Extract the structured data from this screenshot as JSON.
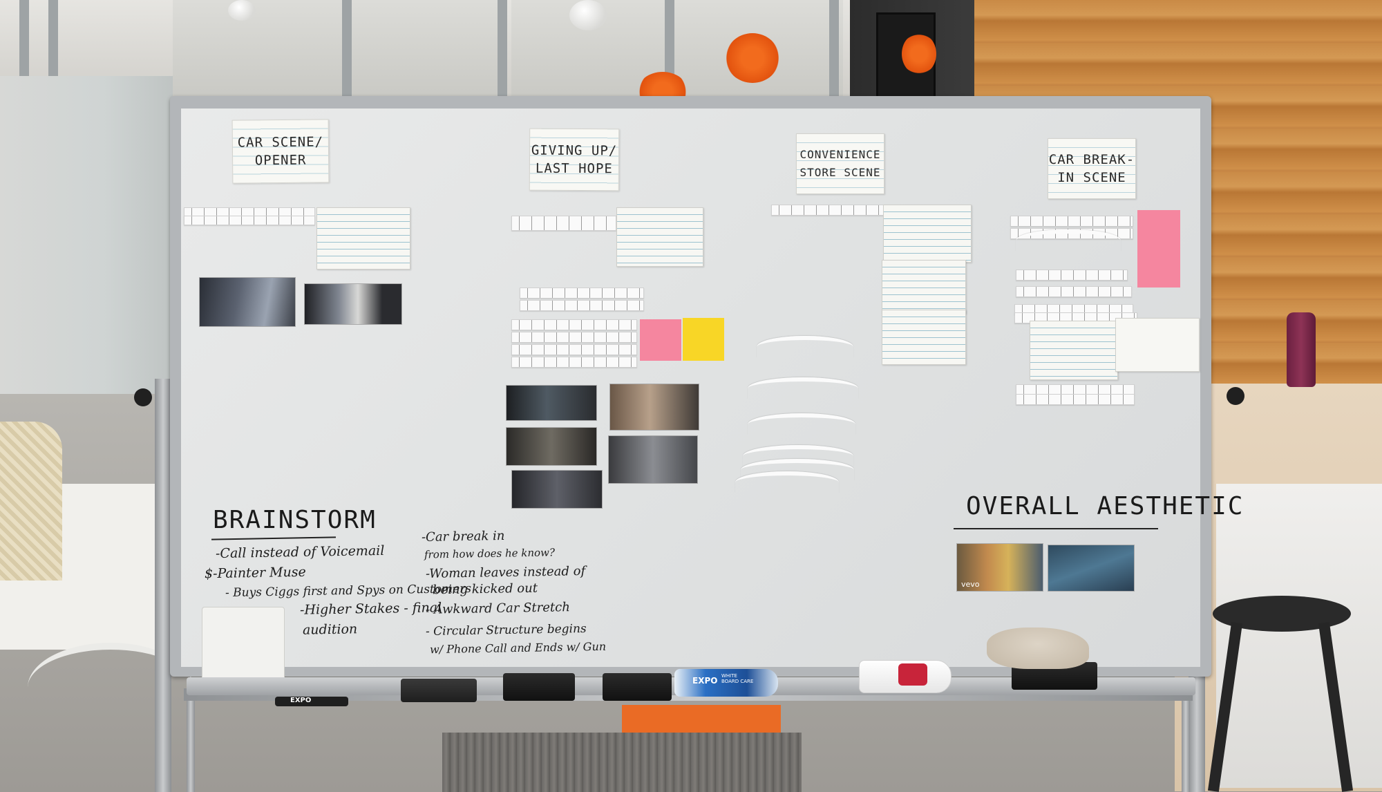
{
  "board": {
    "columns": [
      {
        "header": "CAR SCENE/\nOPENER"
      },
      {
        "header": "GIVING UP/\nLAST HOPE"
      },
      {
        "header": "CONVENIENCE\nSTORE SCENE"
      },
      {
        "header": "CAR BREAK-\nIN SCENE"
      }
    ],
    "brainstorm": {
      "title": "BRAINSTORM",
      "left_items": [
        "-Call instead of Voicemail",
        "$-Painter Muse",
        "- Buys Ciggs first and Spys on Customers",
        "-Higher Stakes - final",
        "audition"
      ],
      "right_items": [
        "-Car break in",
        "from how does he know?",
        "-Woman leaves instead of",
        "being kicked out",
        "- Awkward Car Stretch",
        "- Circular Structure begins",
        "w/ Phone Call and Ends w/ Gun"
      ]
    },
    "aesthetic": {
      "title": "OVERALL AESTHETIC",
      "photo_caption": "vevo"
    },
    "marker_brand": "EXPO",
    "spray_brand": "EXPO",
    "spray_label": "WHITE BOARD CARE"
  }
}
